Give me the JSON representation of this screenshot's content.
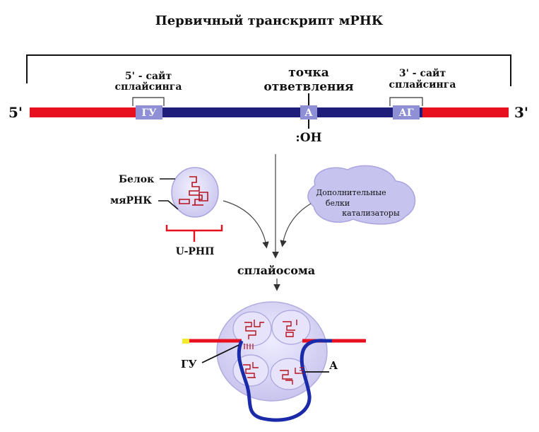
{
  "title": "Первичный транскрипт мРНК",
  "labels": {
    "five_prime_end": "5'",
    "three_prime_end": "3'",
    "site5_line1": "5' - сайт",
    "site5_line2": "сплайсинга",
    "branch_line1": "точка",
    "branch_line2": "ответвления",
    "site3_line1": "3' - сайт",
    "site3_line2": "сплайсинга",
    "gu_box": "ГУ",
    "a_box": "А",
    "ag_box": "АГ",
    "oh": ":ОН",
    "protein": "Белок",
    "snrna": "мяРНК",
    "urnp": "U-РНП",
    "extra_line1": "Дополнительные",
    "extra_line2": "белки",
    "extra_line3": "катализаторы",
    "spliceosome": "сплайосома",
    "gu_bottom": "ГУ",
    "a_bottom": "А"
  },
  "colors": {
    "exon": "#e8101e",
    "intron": "#1e1e7a",
    "site_box": "#8f8fd6",
    "rnp_fill": "#d6d3f2",
    "rnp_stroke": "#a9a4de",
    "rna_glyph": "#b8121e",
    "loop_rna": "#1a2aa8",
    "yellow_end": "#f3ea2f"
  }
}
